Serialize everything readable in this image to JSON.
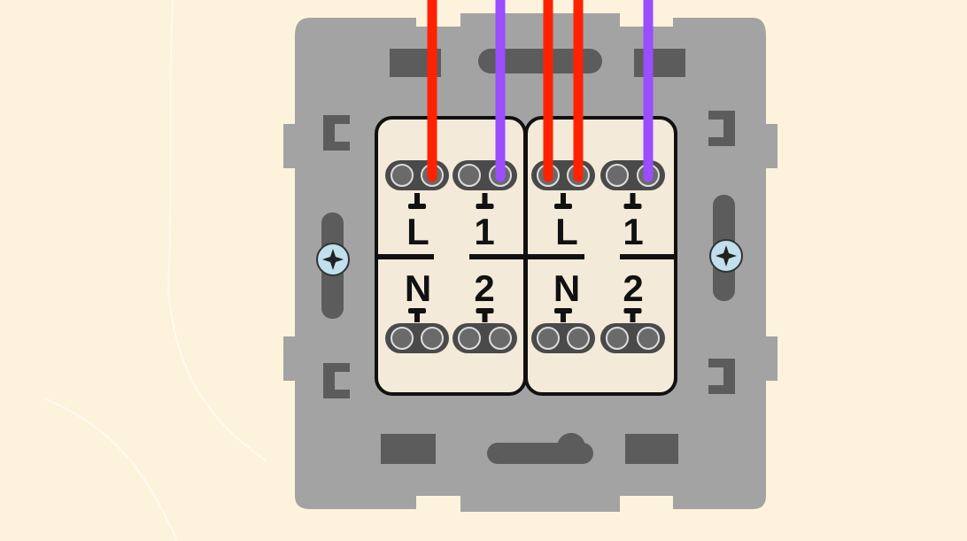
{
  "diagram": {
    "colors": {
      "background": "#fdf3dc",
      "plate": "#a3a3a3",
      "plate_dark": "#5c5c5c",
      "module": "#f3ead9",
      "terminal": "#4a4a4a",
      "wire_live": "#ff2200",
      "wire_switched": "#9b4dff",
      "screw": "#bfe0ec"
    },
    "modules": [
      {
        "terminals_top": [
          "L",
          "1"
        ],
        "terminals_bottom": [
          "N",
          "2"
        ]
      },
      {
        "terminals_top": [
          "L",
          "1"
        ],
        "terminals_bottom": [
          "N",
          "2"
        ]
      }
    ],
    "wires": [
      {
        "module": 0,
        "terminal": "L",
        "color": "red"
      },
      {
        "module": 0,
        "terminal": "1",
        "color": "purple"
      },
      {
        "module": 1,
        "terminal": "L",
        "color": "red"
      },
      {
        "module": 1,
        "terminal": "L",
        "color": "red"
      },
      {
        "module": 1,
        "terminal": "1",
        "color": "purple"
      }
    ]
  }
}
